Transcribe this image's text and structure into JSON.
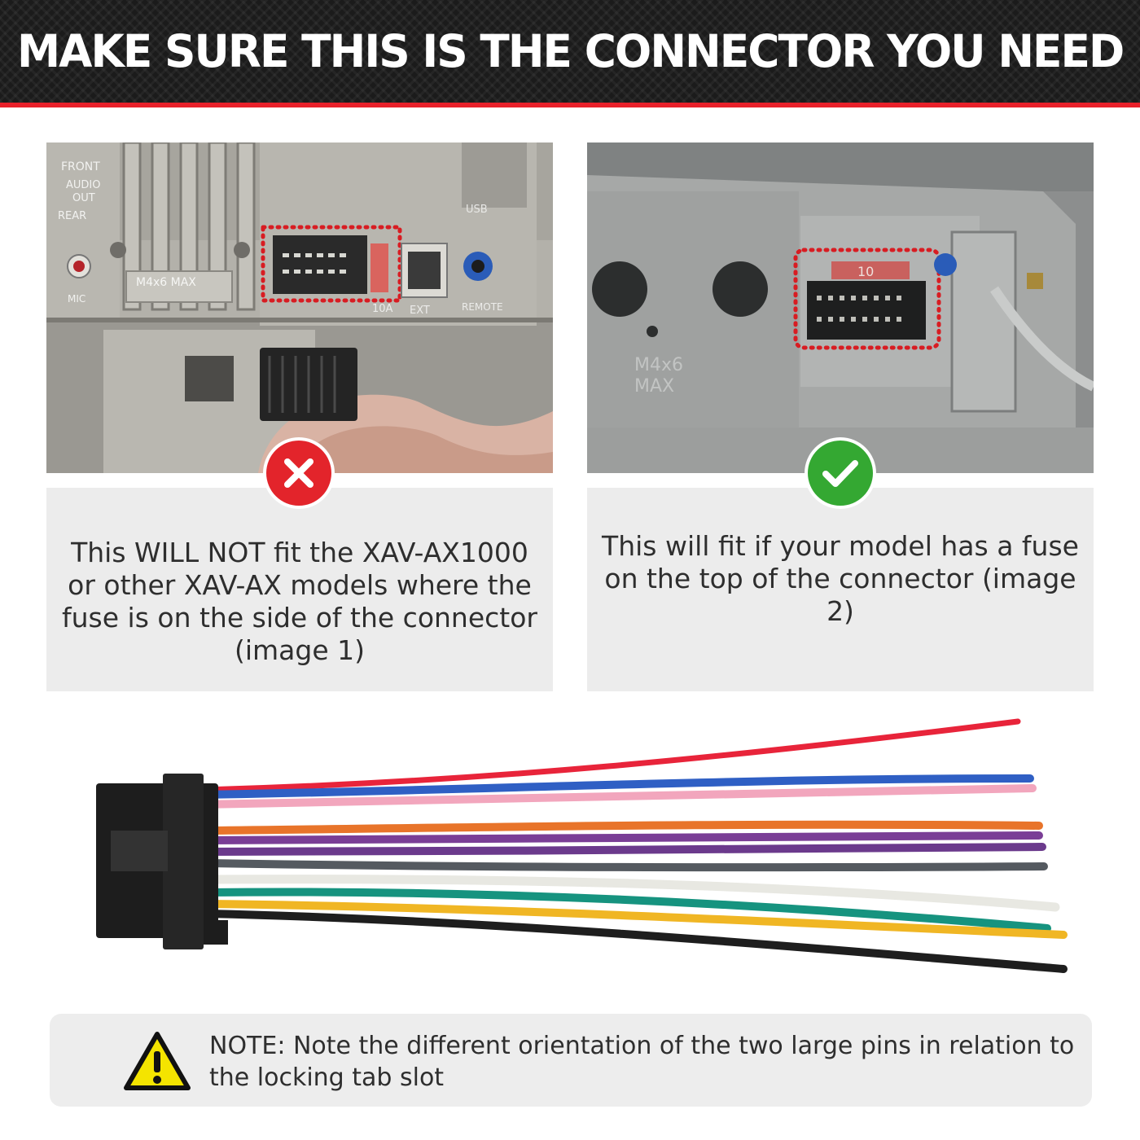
{
  "header": {
    "title": "MAKE SURE THIS IS THE CONNECTOR YOU NEED"
  },
  "left_panel": {
    "caption": "This WILL NOT fit the XAV-AX1000 or other XAV-AX models where the fuse is on the side of the connector (image 1)",
    "badge_icon": "x-mark-icon",
    "badge_color": "#e3242b",
    "photo_labels": {
      "front": "FRONT",
      "audio": "AUDIO",
      "out": "OUT",
      "rear": "REAR",
      "mic": "MIC",
      "screw": "M4x6 MAX",
      "usb": "USB",
      "fuse": "10A",
      "ext": "EXT",
      "remote": "REMOTE"
    }
  },
  "right_panel": {
    "caption": "This will fit if your model has a fuse on the top of the connector (image 2)",
    "badge_icon": "check-mark-icon",
    "badge_color": "#34a832",
    "photo_labels": {
      "fuse": "10",
      "screw_line1": "M4x6",
      "screw_line2": "MAX"
    }
  },
  "harness": {
    "wire_colors": [
      "#e8243a",
      "#2f5fc4",
      "#f2a6bd",
      "#e8742a",
      "#7a3e96",
      "#6b3a8c",
      "#555a60",
      "#e8e8e2",
      "#16937f",
      "#f0b624",
      "#1e1e1e"
    ]
  },
  "note": {
    "icon": "warning-icon",
    "text": "NOTE: Note the different orientation of the two large pins in relation to the locking tab slot"
  },
  "colors": {
    "accent_red": "#e8202a",
    "header_bg": "#1b1b1b"
  }
}
